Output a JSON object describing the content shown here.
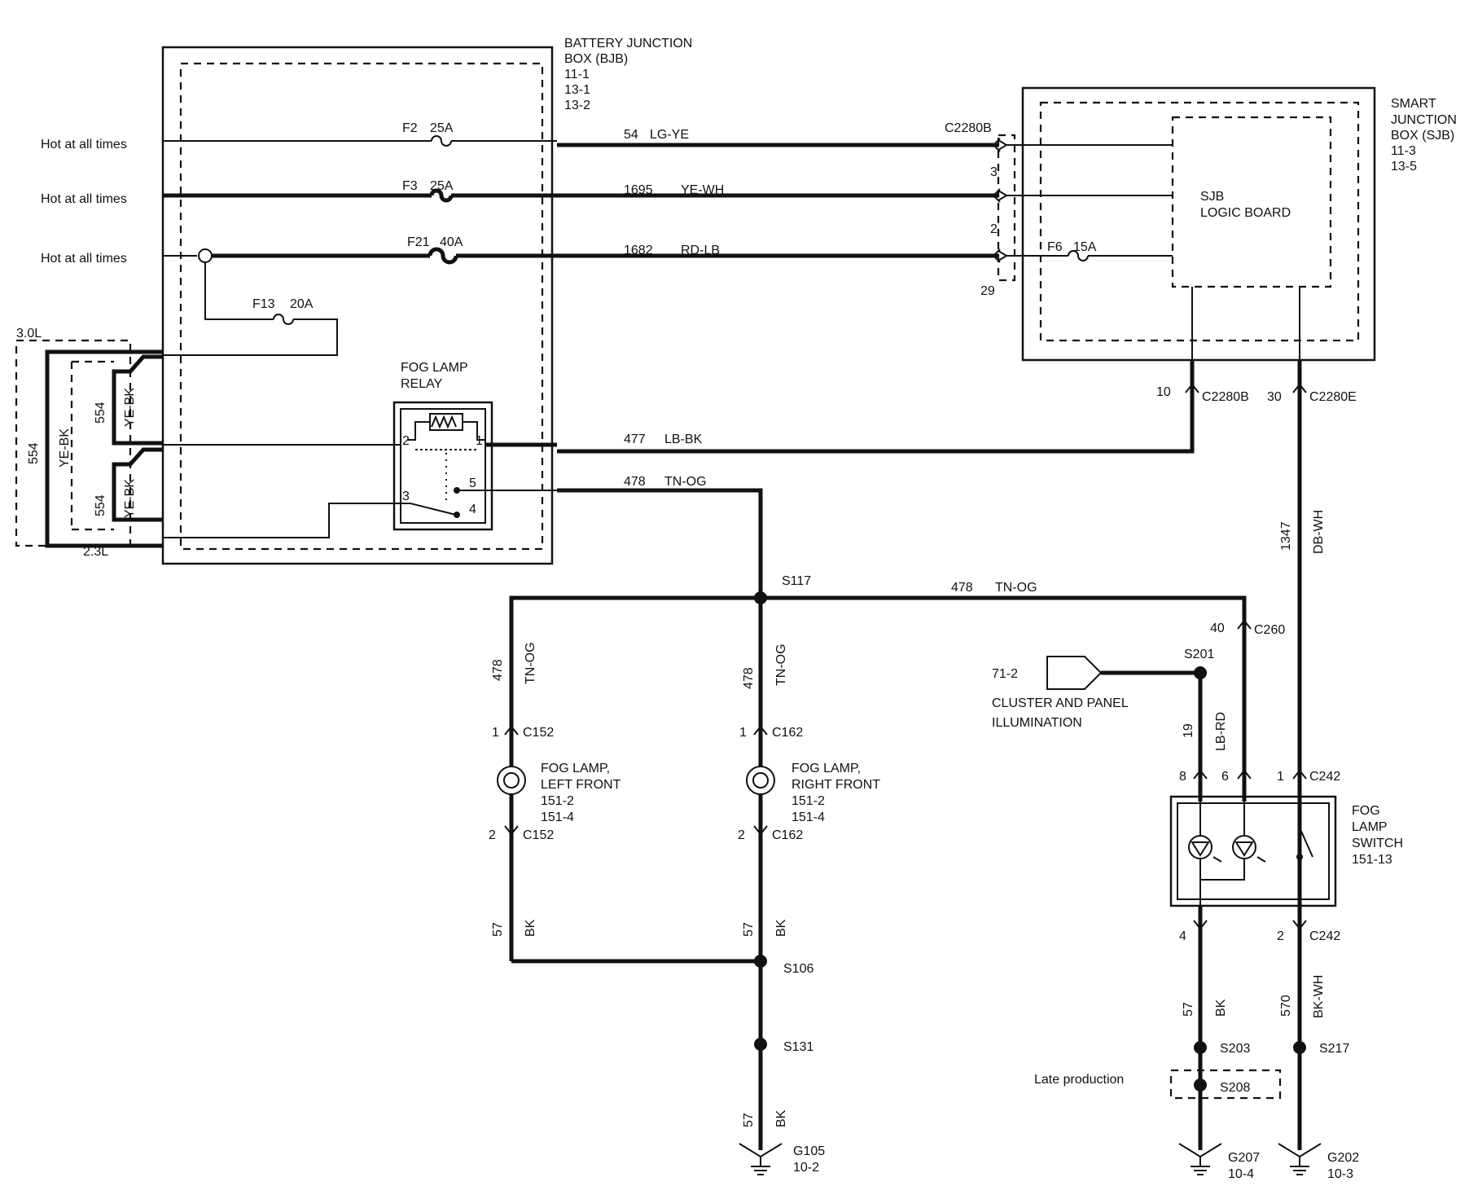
{
  "bjb": {
    "title": "BATTERY  JUNCTION",
    "title2": "BOX (BJB)",
    "refs": [
      "11-1",
      "13-1",
      "13-2"
    ]
  },
  "sjb": {
    "title": "SMART",
    "title2": "JUNCTION",
    "title3": "BOX (SJB)",
    "refs": [
      "11-3",
      "13-5"
    ],
    "logic1": "SJB",
    "logic2": "LOGIC BOARD"
  },
  "hot": [
    "Hot at all times",
    "Hot at all times",
    "Hot at all times"
  ],
  "fuses": {
    "f2": {
      "id": "F2",
      "rating": "25A"
    },
    "f3": {
      "id": "F3",
      "rating": "25A"
    },
    "f21": {
      "id": "F21",
      "rating": "40A"
    },
    "f13": {
      "id": "F13",
      "rating": "20A"
    },
    "f6": {
      "id": "F6",
      "rating": "15A"
    }
  },
  "wires": {
    "w54": {
      "circuit": "54",
      "color": "LG-YE"
    },
    "w1695": {
      "circuit": "1695",
      "color": "YE-WH"
    },
    "w1682": {
      "circuit": "1682",
      "color": "RD-LB"
    },
    "w477": {
      "circuit": "477",
      "color": "LB-BK"
    },
    "w478a": {
      "circuit": "478",
      "color": "TN-OG"
    },
    "w478b": {
      "circuit": "478",
      "color": "TN-OG"
    },
    "w478l": {
      "circuit": "478",
      "color": "TN-OG"
    },
    "w478r": {
      "circuit": "478",
      "color": "TN-OG"
    },
    "w1347": {
      "circuit": "1347",
      "color": "DB-WH"
    },
    "w19": {
      "circuit": "19",
      "color": "LB-RD"
    },
    "w57l": {
      "circuit": "57",
      "color": "BK"
    },
    "w57r": {
      "circuit": "57",
      "color": "BK"
    },
    "w57b": {
      "circuit": "57",
      "color": "BK"
    },
    "w57s": {
      "circuit": "57",
      "color": "BK"
    },
    "w570": {
      "circuit": "570",
      "color": "BK-WH"
    },
    "w554a": {
      "circuit": "554",
      "color": "YE-BK"
    },
    "w554b": {
      "circuit": "554",
      "color": "YE-BK"
    },
    "w554c": {
      "circuit": "554",
      "color": "YE-BK"
    }
  },
  "engines": {
    "e30": "3.0L",
    "e23": "2.3L"
  },
  "relay": {
    "title": "FOG LAMP",
    "title2": "RELAY",
    "pins": [
      "2",
      "1",
      "3",
      "5",
      "4"
    ]
  },
  "connectors": {
    "c2280b_top": "C2280B",
    "pin3": "3",
    "pin2": "2",
    "pin29": "29",
    "c2280b_bot": "C2280B",
    "pin10": "10",
    "c2280e": "C2280E",
    "pin30": "30",
    "c260": "C260",
    "pin40": "40",
    "c152a": "C152",
    "c152a_pin": "1",
    "c152b": "C152",
    "c152b_pin": "2",
    "c162a": "C162",
    "c162a_pin": "1",
    "c162b": "C162",
    "c162b_pin": "2",
    "c242a": "C242",
    "c242a_pin1": "8",
    "c242a_pin2": "6",
    "c242a_pin3": "1",
    "c242b": "C242",
    "c242b_pin1": "4",
    "c242b_pin2": "2"
  },
  "splices": {
    "s117": "S117",
    "s106": "S106",
    "s131": "S131",
    "s201": "S201",
    "s203": "S203",
    "s217": "S217",
    "s208": "S208"
  },
  "lamps": {
    "left": {
      "l1": "FOG LAMP,",
      "l2": "LEFT FRONT",
      "r1": "151-2",
      "r2": "151-4"
    },
    "right": {
      "l1": "FOG LAMP,",
      "l2": "RIGHT FRONT",
      "r1": "151-2",
      "r2": "151-4"
    }
  },
  "switch": {
    "l1": "FOG",
    "l2": "LAMP",
    "l3": "SWITCH",
    "ref": "151-13"
  },
  "cluster": {
    "ref": "71-2",
    "l1": "CLUSTER AND PANEL",
    "l2": "ILLUMINATION"
  },
  "late": "Late production",
  "grounds": {
    "g105": {
      "id": "G105",
      "ref": "10-2"
    },
    "g207": {
      "id": "G207",
      "ref": "10-4"
    },
    "g202": {
      "id": "G202",
      "ref": "10-3"
    }
  }
}
